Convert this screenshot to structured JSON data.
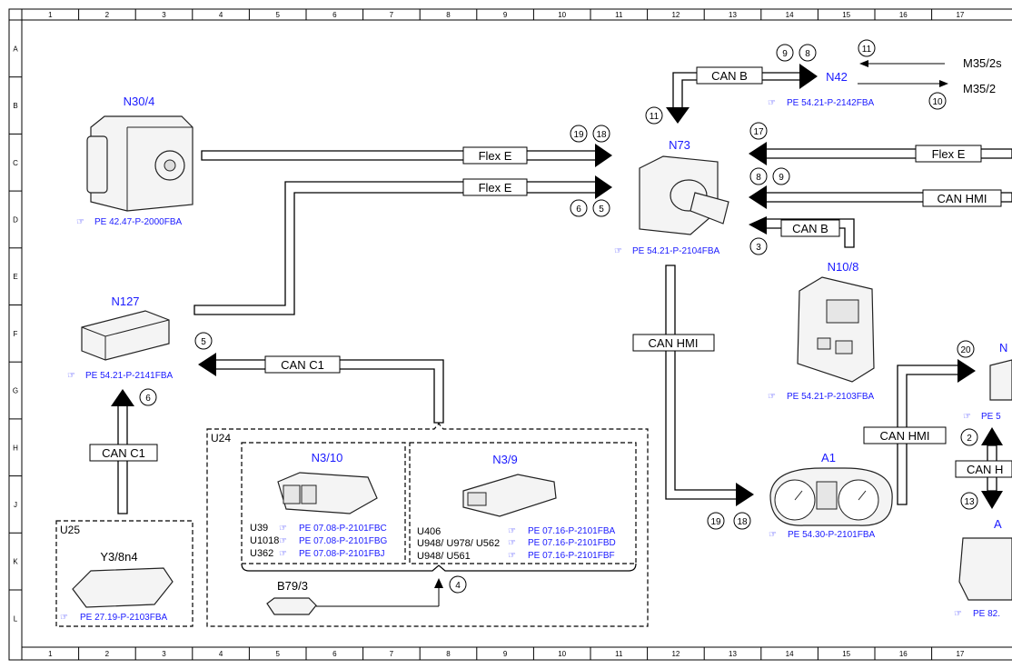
{
  "frame": {
    "columns": [
      "1",
      "2",
      "3",
      "4",
      "5",
      "6",
      "7",
      "8",
      "9",
      "10",
      "11",
      "12",
      "13",
      "14",
      "15",
      "16",
      "17"
    ],
    "rows": [
      "A",
      "B",
      "C",
      "D",
      "E",
      "F",
      "G",
      "H",
      "J",
      "K",
      "L"
    ]
  },
  "components": {
    "n30_4": {
      "label": "N30/4",
      "ref": "PE 42.47-P-2000FBA"
    },
    "n127": {
      "label": "N127",
      "ref": "PE 54.21-P-2141FBA"
    },
    "n73": {
      "label": "N73",
      "ref": "PE 54.21-P-2104FBA"
    },
    "n42": {
      "label": "N42",
      "ref": "PE 54.21-P-2142FBA"
    },
    "n10_8": {
      "label": "N10/8",
      "ref": "PE 54.21-P-2103FBA"
    },
    "a1": {
      "label": "A1",
      "ref": "PE 54.30-P-2101FBA"
    },
    "right_n": {
      "label": "N",
      "ref": "PE 5"
    },
    "right_a": {
      "label": "A",
      "ref": "PE 82."
    },
    "u25": {
      "group": "U25",
      "label": "Y3/8n4",
      "ref": "PE 27.19-P-2103FBA"
    },
    "u24": {
      "group": "U24"
    },
    "n3_10": {
      "label": "N3/10",
      "rows": [
        {
          "code": "U39",
          "ref": "PE 07.08-P-2101FBC"
        },
        {
          "code": "U1018",
          "ref": "PE 07.08-P-2101FBG"
        },
        {
          "code": "U362",
          "ref": "PE 07.08-P-2101FBJ"
        }
      ]
    },
    "n3_9": {
      "label": "N3/9",
      "codes": [
        "U406",
        "U948/ U978/ U562",
        "U948/ U561"
      ],
      "refs": [
        "PE 07.16-P-2101FBA",
        "PE 07.16-P-2101FBD",
        "PE 07.16-P-2101FBF"
      ]
    },
    "b79_3": {
      "label": "B79/3"
    }
  },
  "buses": {
    "flex_e_1": "Flex E",
    "flex_e_2": "Flex E",
    "flex_e_3": "Flex E",
    "can_b_1": "CAN B",
    "can_b_2": "CAN B",
    "can_c1_1": "CAN C1",
    "can_c1_2": "CAN C1",
    "can_hmi_1": "CAN HMI",
    "can_hmi_2": "CAN HMI",
    "can_hmi_3": "CAN HMI",
    "can_h_4": "CAN H"
  },
  "external": {
    "m35_2s": "M35/2s",
    "m35_2": "M35/2"
  },
  "markers": {
    "c9a": "9",
    "c8a": "8",
    "c11a": "11",
    "c10a": "10",
    "c11b": "11",
    "c19a": "19",
    "c18a": "18",
    "c6a": "6",
    "c5a": "5",
    "c17": "17",
    "c8b": "8",
    "c9b": "9",
    "c3": "3",
    "c5b": "5",
    "c6b": "6",
    "c4": "4",
    "c19b": "19",
    "c18b": "18",
    "c20": "20",
    "c2": "2",
    "c13": "13"
  }
}
